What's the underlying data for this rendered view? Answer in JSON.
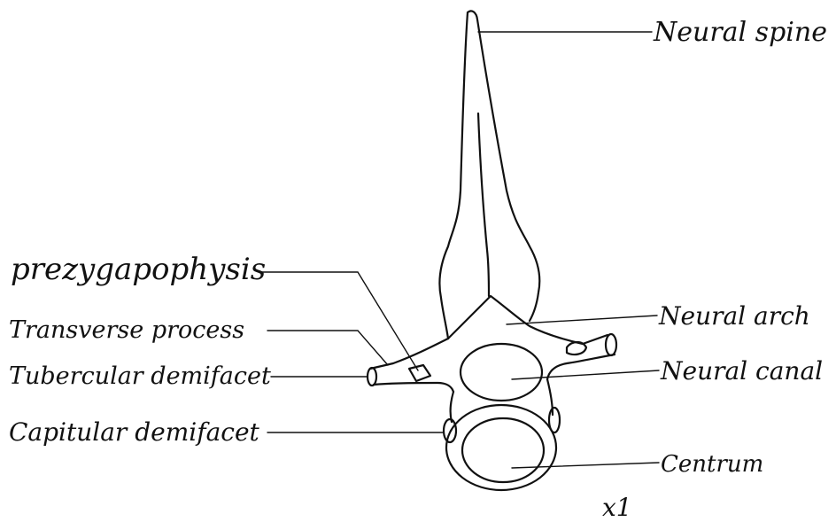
{
  "labels": {
    "neural_spine": "Neural spine",
    "neural_arch": "Neural arch",
    "neural_canal": "Neural canal",
    "centrum": "Centrum",
    "prezygapophysis": "prezygapophysis",
    "transverse_process": "Transverse process",
    "tubercular_demifacet": "Tubercular demifacet",
    "capitular_demifacet": "Capitular demifacet"
  },
  "magnification": "x1"
}
